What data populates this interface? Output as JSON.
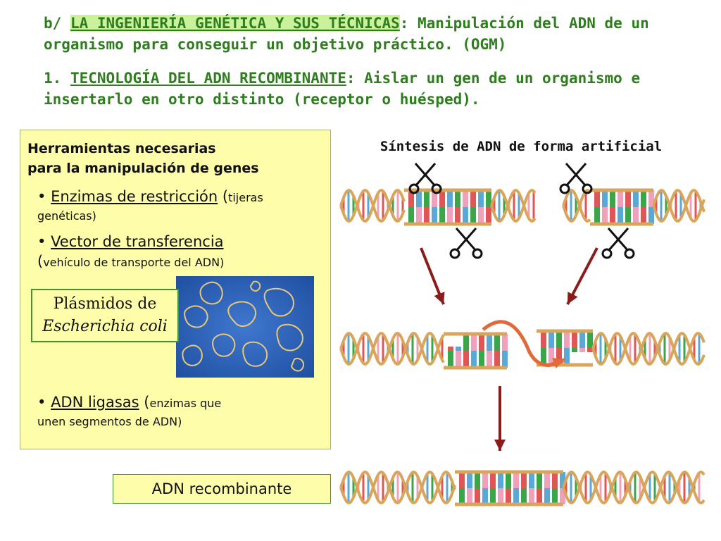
{
  "heading": {
    "prefix": "b/ ",
    "topic": "LA INGENIERÍA GENÉTICA Y SUS TÉCNICAS",
    "text": ": Manipulación del ADN de un organismo para conseguir un objetivo práctico. (OGM)"
  },
  "subheading": {
    "prefix": "1. ",
    "topic": "TECNOLOGÍA DEL ADN RECOMBINANTE",
    "text": ": Aislar un gen de un organismo e insertarlo en otro distinto (receptor o huésped)."
  },
  "tools": {
    "title_line1": "Herramientas necesarias",
    "title_line2": "para la manipulación de genes",
    "items": [
      {
        "bullet": "• ",
        "name": "Enzimas de restricción",
        "open": " (",
        "note": "tijeras genéticas)"
      },
      {
        "bullet": "• ",
        "name": "Vector de transferencia",
        "open": "(",
        "note": "vehículo de transporte del ADN)"
      },
      {
        "bullet": "• ",
        "name": "ADN ligasas",
        "open": " (",
        "note_line1": "enzimas que",
        "note_line2": "unen segmentos de ADN)"
      }
    ]
  },
  "plasmid": {
    "line1": "Plásmidos de",
    "line2": "Escherichia coli"
  },
  "synthesis_title": "Síntesis de ADN de forma artificial",
  "result_label": "ADN recombinante",
  "icons": {
    "scissors": "scissors-icon",
    "arrow": "arrow-icon"
  },
  "colors": {
    "heading_text": "#2f7d1f",
    "heading_highlight": "#c9f29a",
    "tools_panel": "#fdfdaa",
    "label_border": "#3a9a2a",
    "backbone": "#d9a55b",
    "base_red": "#e05555",
    "base_blue": "#5aa8d8",
    "base_green": "#3aa64a",
    "base_pink": "#f0a0b8",
    "arrow": "#8a1c1c",
    "insert_arrow": "#e06a3a"
  }
}
